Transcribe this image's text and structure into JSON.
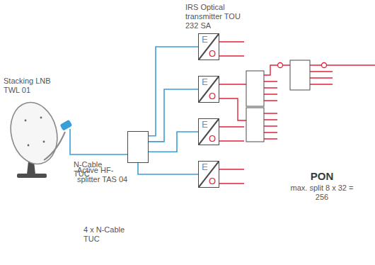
{
  "diagram": {
    "nodes": [
      {
        "text": [
          "Active HF-splitter TAS 04"
        ]
      },
      {
        "text": [
          "E",
          "O"
        ]
      },
      {
        "text": [
          "E",
          "O"
        ]
      },
      {
        "text": [
          "E",
          "O"
        ]
      },
      {
        "text": [
          "E",
          "O"
        ]
      }
    ],
    "edges": [
      {
        "from": 0,
        "to": 1,
        "arrow": "none"
      },
      {
        "from": 0,
        "to": 2,
        "arrow": "none"
      },
      {
        "from": 0,
        "to": 3,
        "arrow": "none"
      },
      {
        "from": 0,
        "to": 4,
        "arrow": "none"
      }
    ],
    "labels": [
      "IRS Optical transmitter TOU 232 SA",
      "Stacking LNB TWL 01",
      "N-Cable TUC",
      "4 x N-Cable TUC",
      "PON",
      "max. split 8 x 32 = 256"
    ]
  }
}
